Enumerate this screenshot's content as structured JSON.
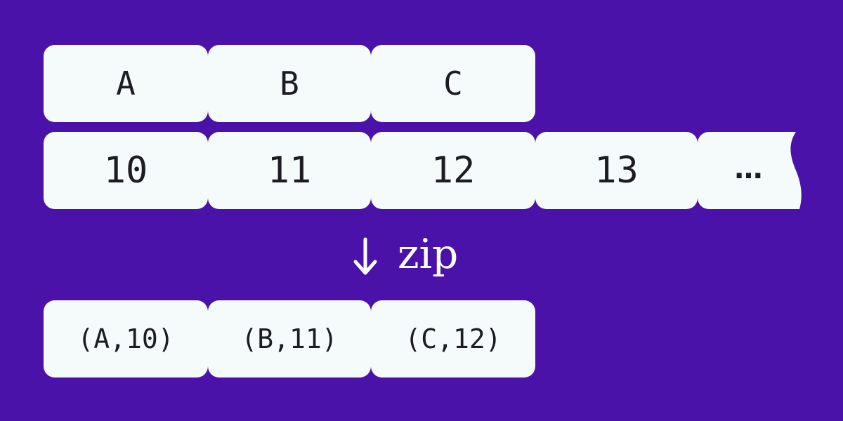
{
  "letters": [
    "A",
    "B",
    "C"
  ],
  "numbers": [
    "10",
    "11",
    "12",
    "13",
    "…"
  ],
  "operation": "zip",
  "pairs": [
    "(A,10)",
    "(B,11)",
    "(C,12)"
  ],
  "colors": {
    "background": "#4a12a8",
    "cell": "#f5fbfb",
    "text": "#1c1c22"
  }
}
